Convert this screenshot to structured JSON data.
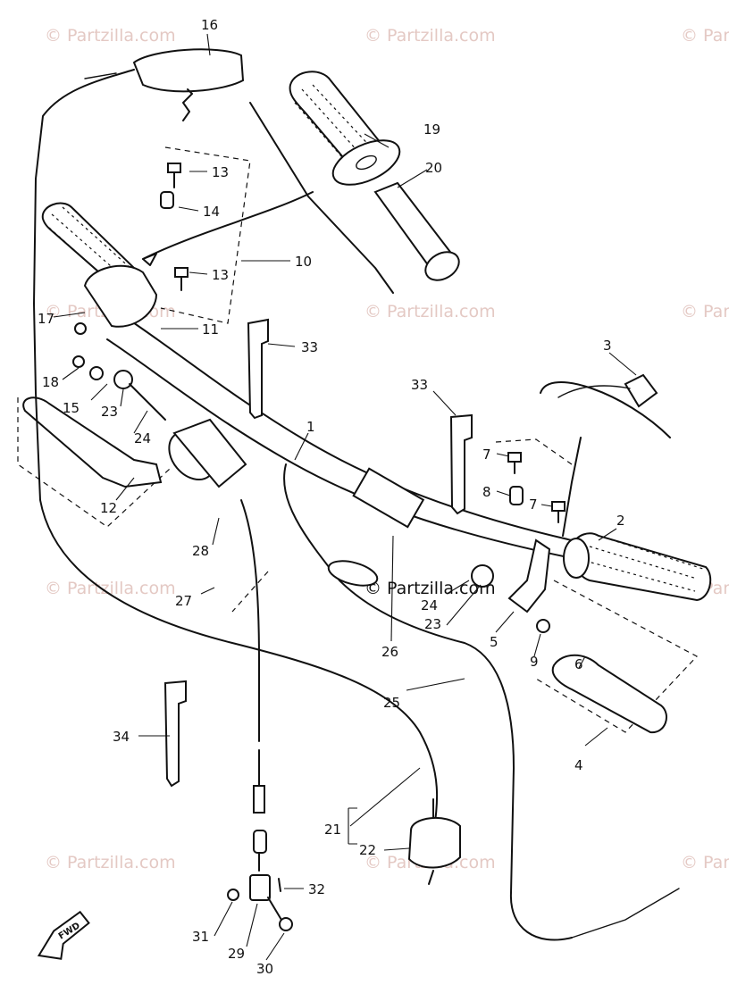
{
  "watermark": {
    "text": "© Partzilla.com",
    "center_text": "© Partzilla.com"
  },
  "fwd_label": "FWD",
  "part_labels": [
    "1",
    "2",
    "3",
    "4",
    "5",
    "6",
    "7",
    "7",
    "8",
    "9",
    "10",
    "11",
    "12",
    "13",
    "13",
    "14",
    "15",
    "16",
    "17",
    "18",
    "19",
    "20",
    "21",
    "22",
    "23",
    "23",
    "24",
    "24",
    "25",
    "26",
    "27",
    "28",
    "29",
    "30",
    "31",
    "32",
    "33",
    "33",
    "34"
  ]
}
